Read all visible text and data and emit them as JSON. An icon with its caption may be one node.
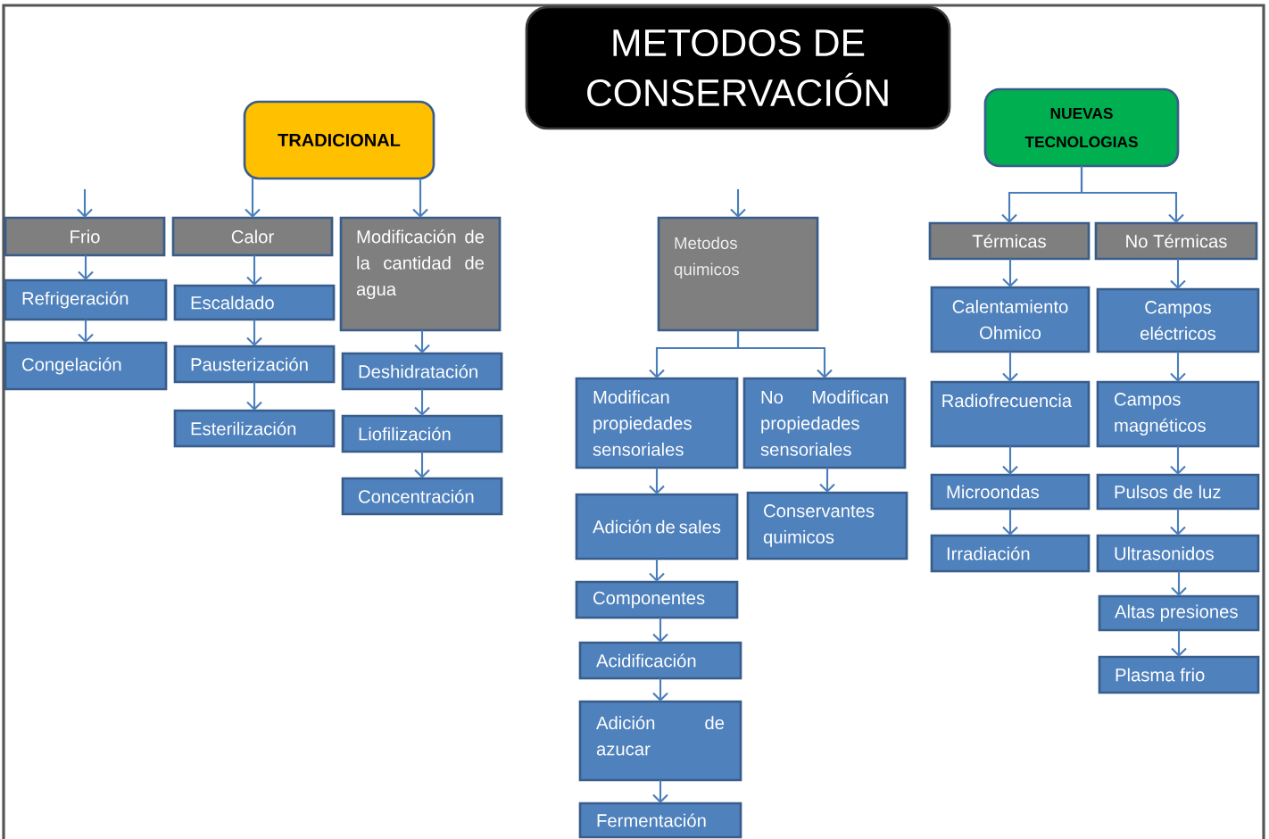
{
  "diagram": {
    "nodes": [
      {
        "text": [
          "METODOS DE CONSERVACIÓN"
        ]
      },
      {
        "text": [
          "TRADICIONAL"
        ]
      },
      {
        "text": [
          "NUEVAS TECNOLOGIAS"
        ]
      },
      {
        "text": [
          "Frio"
        ]
      },
      {
        "text": [
          "Refrigeración"
        ]
      },
      {
        "text": [
          "Congelación"
        ]
      },
      {
        "text": [
          "Calor"
        ]
      },
      {
        "text": [
          "Escaldado"
        ]
      },
      {
        "text": [
          "Pausterización"
        ]
      },
      {
        "text": [
          "Esterilización"
        ]
      },
      {
        "text": [
          "Modificación de la cantidad de agua"
        ]
      },
      {
        "text": [
          "Deshidratación"
        ]
      },
      {
        "text": [
          "Liofilización"
        ]
      },
      {
        "text": [
          "Concentración"
        ]
      },
      {
        "text": [
          "Metodos quimicos"
        ]
      },
      {
        "text": [
          "Modifican propiedades sensoriales"
        ]
      },
      {
        "text": [
          "Adición de sales"
        ]
      },
      {
        "text": [
          "Componentes"
        ]
      },
      {
        "text": [
          "Acidificación"
        ]
      },
      {
        "text": [
          "Adición de azucar"
        ]
      },
      {
        "text": [
          "Fermentación"
        ]
      },
      {
        "text": [
          "No Modifican propiedades sensoriales"
        ]
      },
      {
        "text": [
          "Conservantes quimicos"
        ]
      },
      {
        "text": [
          "Térmicas"
        ]
      },
      {
        "text": [
          "Calentamiento Ohmico"
        ]
      },
      {
        "text": [
          "Radiofrecuencia"
        ]
      },
      {
        "text": [
          "Microondas"
        ]
      },
      {
        "text": [
          "Irradiación"
        ]
      },
      {
        "text": [
          "No Térmicas"
        ]
      },
      {
        "text": [
          "Campos eléctricos"
        ]
      },
      {
        "text": [
          "Campos magnéticos"
        ]
      },
      {
        "text": [
          "Pulsos de luz"
        ]
      },
      {
        "text": [
          "Ultrasonidos"
        ]
      },
      {
        "text": [
          "Altas presiones"
        ]
      },
      {
        "text": [
          "Plasma frio"
        ]
      }
    ],
    "edges": [
      {
        "from": null,
        "to": 3,
        "arrow": "to"
      },
      {
        "from": 1,
        "to": 6,
        "arrow": "to"
      },
      {
        "from": 1,
        "to": 10,
        "arrow": "to"
      },
      {
        "from": null,
        "to": 14,
        "arrow": "to"
      },
      {
        "from": 3,
        "to": 4,
        "arrow": "to"
      },
      {
        "from": 4,
        "to": 5,
        "arrow": "to"
      },
      {
        "from": 6,
        "to": 7,
        "arrow": "to"
      },
      {
        "from": 7,
        "to": 8,
        "arrow": "to"
      },
      {
        "from": 8,
        "to": 9,
        "arrow": "to"
      },
      {
        "from": 10,
        "to": 11,
        "arrow": "to"
      },
      {
        "from": 11,
        "to": 12,
        "arrow": "to"
      },
      {
        "from": 12,
        "to": 13,
        "arrow": "to"
      },
      {
        "from": 14,
        "to": 15,
        "arrow": "to"
      },
      {
        "from": 14,
        "to": 21,
        "arrow": "to"
      },
      {
        "from": 15,
        "to": 16,
        "arrow": "to"
      },
      {
        "from": 16,
        "to": 17,
        "arrow": "to"
      },
      {
        "from": 17,
        "to": 18,
        "arrow": "to"
      },
      {
        "from": 18,
        "to": 19,
        "arrow": "to"
      },
      {
        "from": 19,
        "to": 20,
        "arrow": "to"
      },
      {
        "from": 21,
        "to": 22,
        "arrow": "to"
      },
      {
        "from": 2,
        "to": 23,
        "arrow": "to"
      },
      {
        "from": 2,
        "to": 28,
        "arrow": "to"
      },
      {
        "from": 23,
        "to": 24,
        "arrow": "to"
      },
      {
        "from": 24,
        "to": 25,
        "arrow": "to"
      },
      {
        "from": 25,
        "to": 26,
        "arrow": "to"
      },
      {
        "from": 26,
        "to": 27,
        "arrow": "to"
      },
      {
        "from": 28,
        "to": 29,
        "arrow": "to"
      },
      {
        "from": 29,
        "to": 30,
        "arrow": "to"
      },
      {
        "from": 30,
        "to": 31,
        "arrow": "to"
      },
      {
        "from": 31,
        "to": 32,
        "arrow": "to"
      },
      {
        "from": 32,
        "to": 33,
        "arrow": "to"
      },
      {
        "from": 33,
        "to": 34,
        "arrow": "to"
      }
    ]
  }
}
